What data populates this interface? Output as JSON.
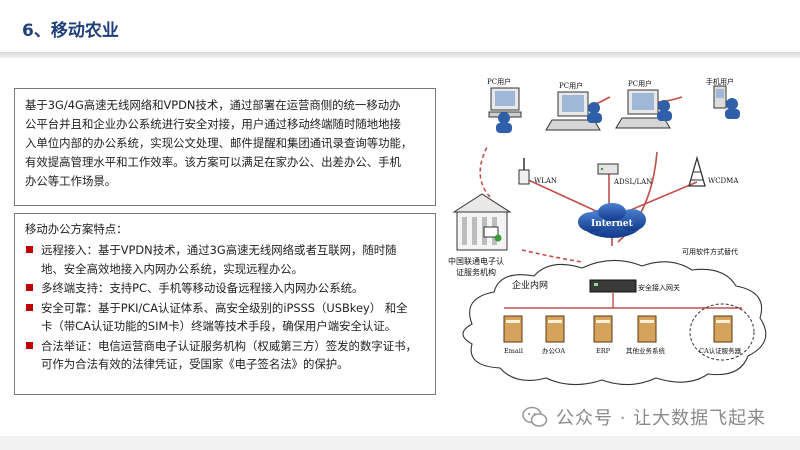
{
  "title": "6、移动农业",
  "intro": {
    "lines": [
      "基于3G/4G高速无线网络和VPDN技术，通过部署在运营商侧的统一移动办",
      "公平台并且和企业办公系统进行安全对接，用户通过移动终端随时随地地接",
      "入单位内部的办公系统，实现公文处理、邮件提醒和集团通讯录查询等功能，",
      "有效提高管理水平和工作效率。该方案可以满足在家办公、出差办公、手机",
      "办公等工作场景。"
    ]
  },
  "features": {
    "heading": "移动办公方案特点：",
    "items": [
      {
        "lines": [
          "远程接入：基于VPDN技术，通过3G高速无线网络或者互联网，随时随",
          "地、安全高效地接入内网办公系统，实现远程办公。"
        ]
      },
      {
        "lines": [
          "多终端支持：支持PC、手机等移动设备远程接入内网办公系统。"
        ]
      },
      {
        "lines": [
          "安全可靠：基于PKI/CA认证体系、高安全级别的iPSSS（USBkey） 和全",
          "卡（带CA认证功能的SIM卡）终端等技术手段，确保用户端安全认证。"
        ]
      },
      {
        "lines": [
          "合法举证：电信运营商电子认证服务机构（权威第三方）签发的数字证书，",
          "可作为合法有效的法律凭证，受国家《电子签名法》的保护。"
        ]
      }
    ]
  },
  "diagram": {
    "users": [
      "PC用户",
      "PC用户",
      "PC用户",
      "手机用户"
    ],
    "links": [
      "WLAN",
      "ADSL/LAN",
      "WCDMA"
    ],
    "internet": "Internet",
    "ca_center": [
      "中国联通电子认",
      "证服务机构"
    ],
    "ca_note": "可用软件方式替代",
    "intranet": "企业内网",
    "gateway": "安全接入网关",
    "servers": [
      "Email",
      "办公OA",
      "ERP",
      "其他业务系统",
      "CA认证服务器"
    ]
  },
  "watermark": "公众号 · 让大数据飞起来",
  "colors": {
    "title": "#1f3f7a",
    "bullet": "#c00000",
    "line_red": "#c0504d"
  }
}
